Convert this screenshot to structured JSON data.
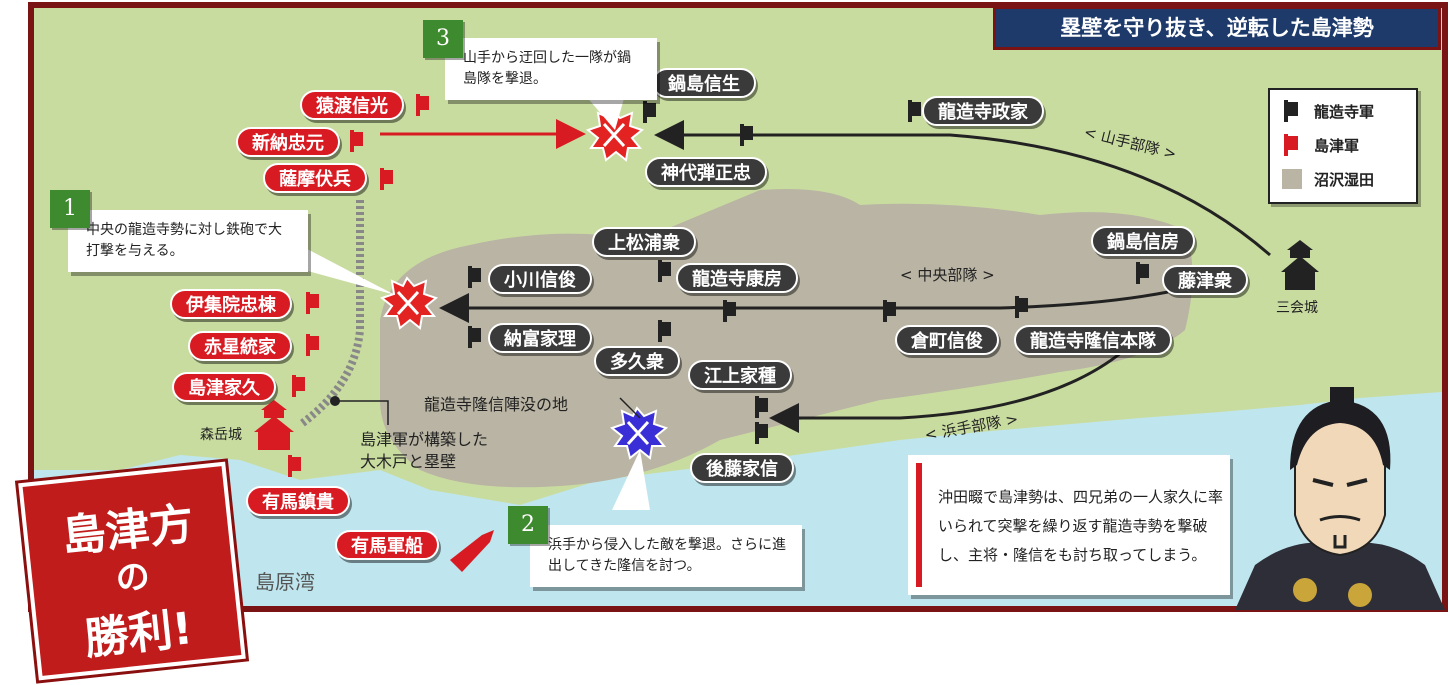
{
  "title": "塁壁を守り抜き、逆転した島津勢",
  "colors": {
    "land": "#c9dca0",
    "swamp": "#b9b4a3",
    "sea": "#bfe6ee",
    "ryuzoji": "#222222",
    "shimazu": "#d81b22",
    "border": "#7a1414",
    "banner": "#1d3a6b",
    "clash_red": "#e32322",
    "clash_blue": "#3a2fd6",
    "note_number": "#3e8a2f"
  },
  "legend": {
    "items": [
      {
        "label": "龍造寺軍",
        "color": "#222222",
        "icon": "flag-icon"
      },
      {
        "label": "島津軍",
        "color": "#d81b22",
        "icon": "flag-icon"
      },
      {
        "label": "沼沢湿田",
        "color": "#b9b4a3",
        "icon": "swatch"
      }
    ]
  },
  "units": {
    "shimazu": [
      "猿渡信光",
      "新納忠元",
      "薩摩伏兵",
      "伊集院忠棟",
      "赤星統家",
      "島津家久",
      "有馬鎮貴",
      "有馬軍船"
    ],
    "ryuzoji": [
      "鍋島信生",
      "龍造寺政家",
      "神代弾正忠",
      "上松浦衆",
      "小川信俊",
      "龍造寺康房",
      "鍋島信房",
      "藤津衆",
      "納富家理",
      "多久衆",
      "倉町信俊",
      "龍造寺隆信本隊",
      "江上家種",
      "後藤家信"
    ]
  },
  "routes": {
    "yamate": "< 山手部隊 >",
    "chuo": "< 中央部隊 >",
    "hamate": "< 浜手部隊 >"
  },
  "places": {
    "sankai": "三会城",
    "moritake": "森岳城",
    "shimabara_bay": "島原湾",
    "death_site": "龍造寺隆信陣没の地",
    "wall": "島津軍が構築した\n大木戸と塁壁"
  },
  "notes": [
    {
      "number": "1",
      "text": "中央の龍造寺勢に対し鉄砲で大打撃を与える。"
    },
    {
      "number": "2",
      "text": "浜手から侵入した敵を撃退。さらに進出してきた隆信を討つ。"
    },
    {
      "number": "3",
      "text": "山手から迂回した一隊が鍋島隊を撃退。"
    }
  ],
  "summary": "沖田畷で島津勢は、四兄弟の一人家久に率いられて突撃を繰り返す龍造寺勢を撃破し、主将・隆信をも討ち取ってしまう。",
  "stamp": {
    "line1": "島津方",
    "line2": "の",
    "line3": "勝利!"
  }
}
